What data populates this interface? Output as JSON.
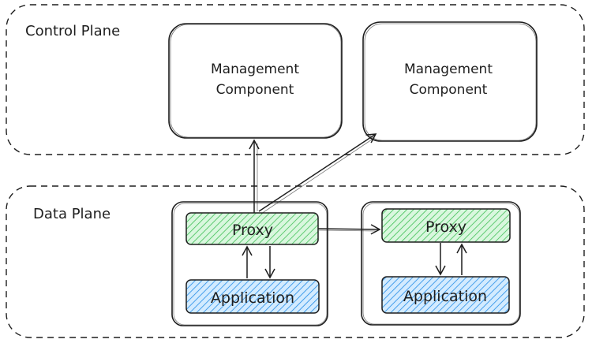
{
  "control_plane": {
    "title": "Control Plane",
    "components": [
      {
        "line1": "Management",
        "line2": "Component"
      },
      {
        "line1": "Management",
        "line2": "Component"
      }
    ]
  },
  "data_plane": {
    "title": "Data Plane",
    "pods": [
      {
        "proxy": "Proxy",
        "application": "Application"
      },
      {
        "proxy": "Proxy",
        "application": "Application"
      }
    ]
  },
  "colors": {
    "stroke": "#1e1e1e",
    "proxy_fill": "#b2f2bb",
    "proxy_hatch": "#40c057",
    "application_fill": "#a5d8ff",
    "application_hatch": "#228be6"
  }
}
